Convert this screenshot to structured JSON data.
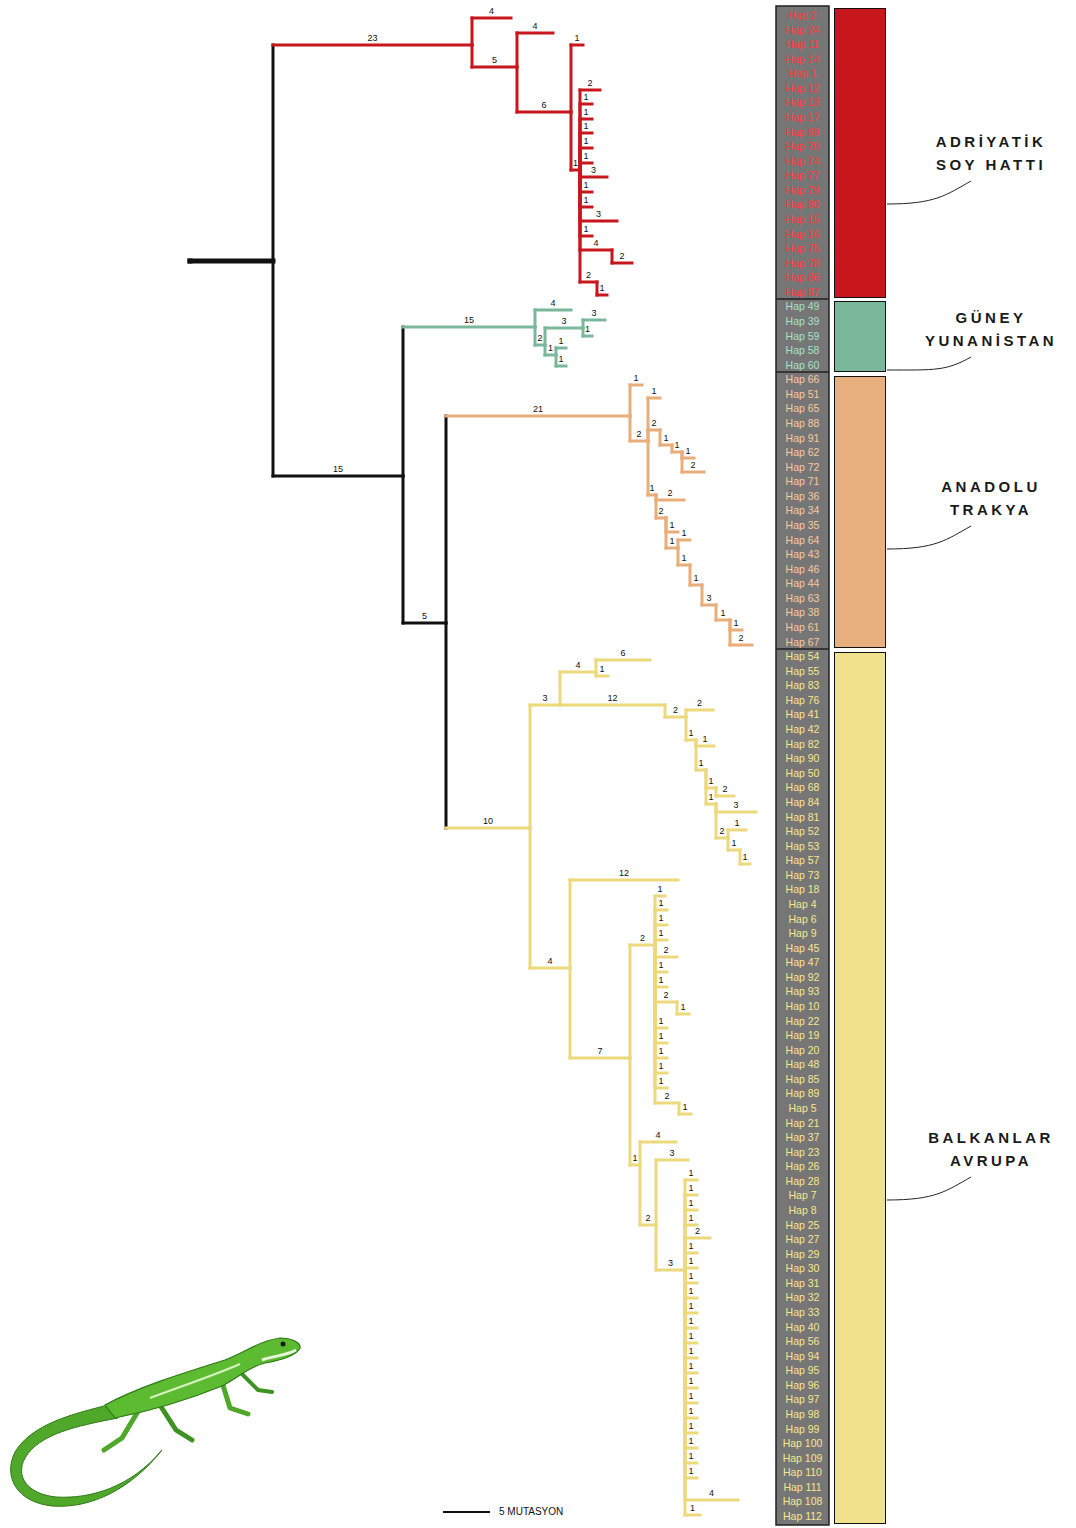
{
  "diagram": {
    "nodes": [
      {
        "text": [
          "ADRİYATİK SOY HATTI"
        ]
      },
      {
        "text": [
          "GÜNEY YUNANİSTAN"
        ]
      },
      {
        "text": [
          "ANADOLU TRAKYA"
        ]
      },
      {
        "text": [
          "BALKANLAR AVRUPA"
        ]
      }
    ],
    "labels": [
      "Hap 2",
      "Hap 24",
      "Hap 11",
      "Hap 14",
      "Hap 1",
      "Hap 12",
      "Hap 13",
      "Hap 17",
      "Hap 69",
      "Hap 70",
      "Hap 74",
      "Hap 77",
      "Hap 79",
      "Hap 80",
      "Hap 15",
      "Hap 16",
      "Hap 75",
      "Hap 78",
      "Hap 86",
      "Hap 87",
      "Hap 49",
      "Hap 39",
      "Hap 59",
      "Hap 58",
      "Hap 60",
      "Hap 66",
      "Hap 51",
      "Hap 65",
      "Hap 88",
      "Hap 91",
      "Hap 62",
      "Hap 72",
      "Hap 71",
      "Hap 36",
      "Hap 34",
      "Hap 35",
      "Hap 64",
      "Hap 43",
      "Hap 46",
      "Hap 44",
      "Hap 63",
      "Hap 38",
      "Hap 61",
      "Hap 67",
      "Hap 54",
      "Hap 55",
      "Hap 83",
      "Hap 76",
      "Hap 41",
      "Hap 42",
      "Hap 82",
      "Hap 90",
      "Hap 50",
      "Hap 68",
      "Hap 84",
      "Hap 81",
      "Hap 52",
      "Hap 53",
      "Hap 57",
      "Hap 73",
      "Hap 18",
      "Hap 4",
      "Hap 6",
      "Hap 9",
      "Hap 45",
      "Hap 47",
      "Hap 92",
      "Hap 93",
      "Hap 10",
      "Hap 22",
      "Hap 19",
      "Hap 20",
      "Hap 48",
      "Hap 85",
      "Hap 89",
      "Hap 5",
      "Hap 21",
      "Hap 37",
      "Hap 23",
      "Hap 26",
      "Hap 28",
      "Hap 7",
      "Hap 8",
      "Hap 25",
      "Hap 27",
      "Hap 29",
      "Hap 30",
      "Hap 31",
      "Hap 32",
      "Hap 33",
      "Hap 40",
      "Hap 56",
      "Hap 94",
      "Hap 95",
      "Hap 96",
      "Hap 97",
      "Hap 98",
      "Hap 99",
      "Hap 100",
      "Hap 109",
      "Hap 110",
      "Hap 111",
      "Hap 108",
      "Hap 112",
      "23",
      "4",
      "5",
      "4",
      "6",
      "1",
      "1",
      "2",
      "1",
      "1",
      "1",
      "1",
      "1",
      "3",
      "1",
      "1",
      "3",
      "1",
      "4",
      "2",
      "2",
      "1",
      "15",
      "15",
      "4",
      "2",
      "3",
      "3",
      "1",
      "1",
      "1",
      "1",
      "5",
      "21",
      "1",
      "2",
      "1",
      "2",
      "1",
      "1",
      "1",
      "2",
      "1",
      "2",
      "2",
      "1",
      "1",
      "1",
      "1",
      "3",
      "1",
      "1",
      "2",
      "1",
      "10",
      "3",
      "4",
      "6",
      "1",
      "12",
      "2",
      "2",
      "1",
      "1",
      "1",
      "1",
      "2",
      "1",
      "3",
      "2",
      "1",
      "1",
      "1",
      "4",
      "12",
      "7",
      "2",
      "1",
      "1",
      "1",
      "1",
      "2",
      "1",
      "1",
      "2",
      "1",
      "1",
      "1",
      "1",
      "1",
      "1",
      "2",
      "1",
      "1",
      "4",
      "2",
      "3",
      "3",
      "1",
      "1",
      "1",
      "1",
      "2",
      "1",
      "1",
      "1",
      "1",
      "1",
      "1",
      "1",
      "1",
      "1",
      "1",
      "1",
      "1",
      "1",
      "1",
      "1",
      "1",
      "4",
      "1",
      "5 MUTASYON"
    ]
  }
}
